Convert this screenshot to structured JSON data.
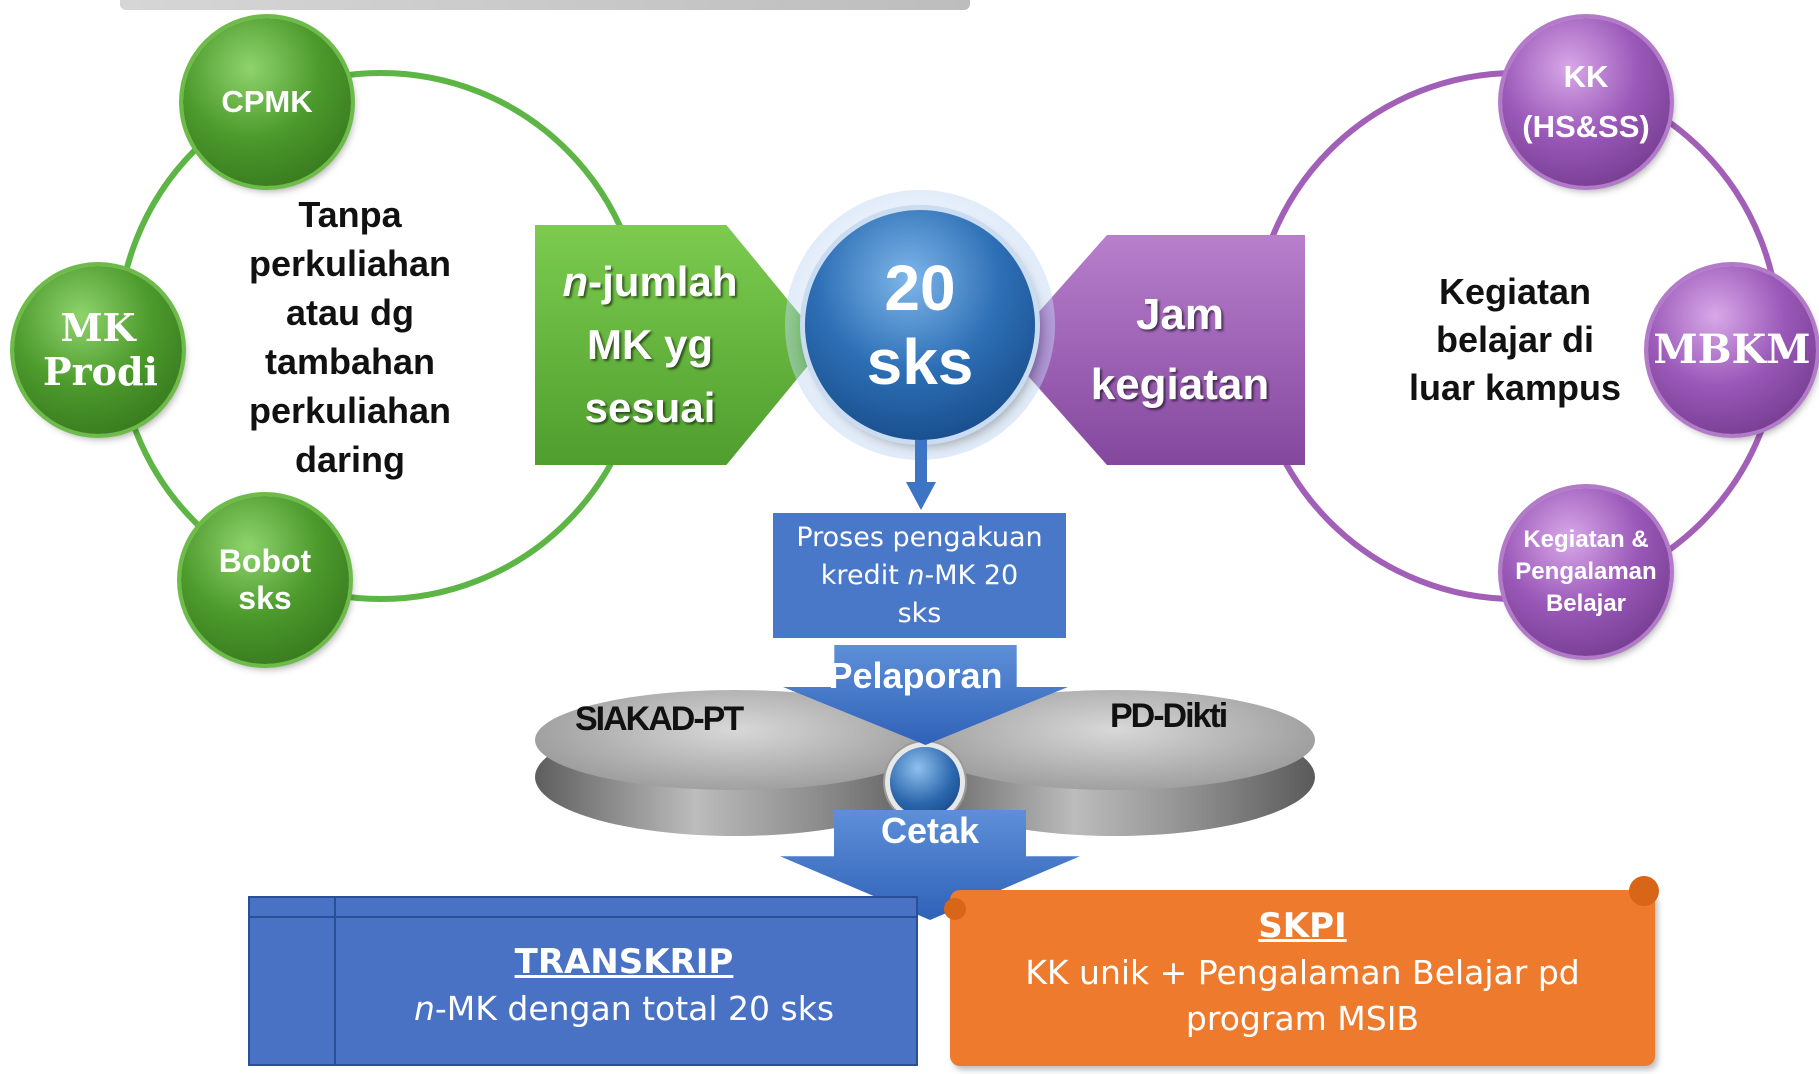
{
  "left_cluster": {
    "balls": {
      "cpmk": "CPMK",
      "mk_prodi": "MK Prodi",
      "bobot_sks": "Bobot sks"
    },
    "text": [
      "Tanpa",
      "perkuliahan",
      "atau dg",
      "tambahan",
      "perkuliahan",
      "daring"
    ]
  },
  "right_cluster": {
    "balls": {
      "kk": "KK",
      "kk_sub": "(HS&SS)",
      "mbkm": "MBKM",
      "kegiatan": "Kegiatan & Pengalaman Belajar"
    },
    "text": [
      "Kegiatan",
      "belajar di",
      "luar kampus"
    ]
  },
  "green_arrow": {
    "line1_italic": "n",
    "line1_rest": "-jumlah",
    "line2": "MK yg",
    "line3": "sesuai"
  },
  "center_badge": {
    "number": "20",
    "unit": "sks"
  },
  "purple_arrow": {
    "line1": "Jam",
    "line2": "kegiatan"
  },
  "process": {
    "line1": "Proses pengakuan",
    "line2_pre": "kredit ",
    "line2_italic": "n",
    "line2_post": "-MK 20",
    "line3": "sks"
  },
  "flow": {
    "pelaporan": "Pelaporan",
    "cetak": "Cetak"
  },
  "systems": {
    "left": "SIAKAD-PT",
    "right": "PD-Dikti"
  },
  "transkrip": {
    "title": "TRANSKRIP",
    "body_italic": "n",
    "body_rest": "-MK dengan total 20 sks"
  },
  "skpi": {
    "title": "SKPI",
    "line1": "KK unik + Pengalaman Belajar pd",
    "line2": "program MSIB"
  },
  "colors": {
    "green": "#4f9e2e",
    "purple": "#84479e",
    "blue": "#4a78c8",
    "orange": "#ee7b2d"
  }
}
